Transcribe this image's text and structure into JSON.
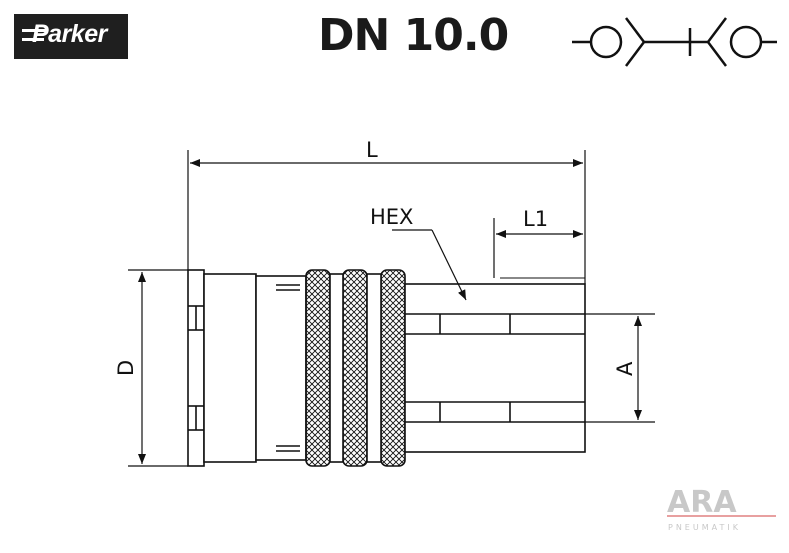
{
  "header": {
    "brand_logo": "Parker",
    "title": "DN 10.0",
    "symbol_icon": "quick-coupling-symbol-icon"
  },
  "dimensions": {
    "length": "L",
    "hex": "HEX",
    "length_l1": "L1",
    "diameter": "D",
    "thread": "A"
  },
  "watermark": {
    "brand": "ARA",
    "subtitle": "PNEUMATIK",
    "accent_color": "#e8a0a0"
  },
  "colors": {
    "line": "#111111",
    "logo_bg": "#1f1f1f"
  }
}
